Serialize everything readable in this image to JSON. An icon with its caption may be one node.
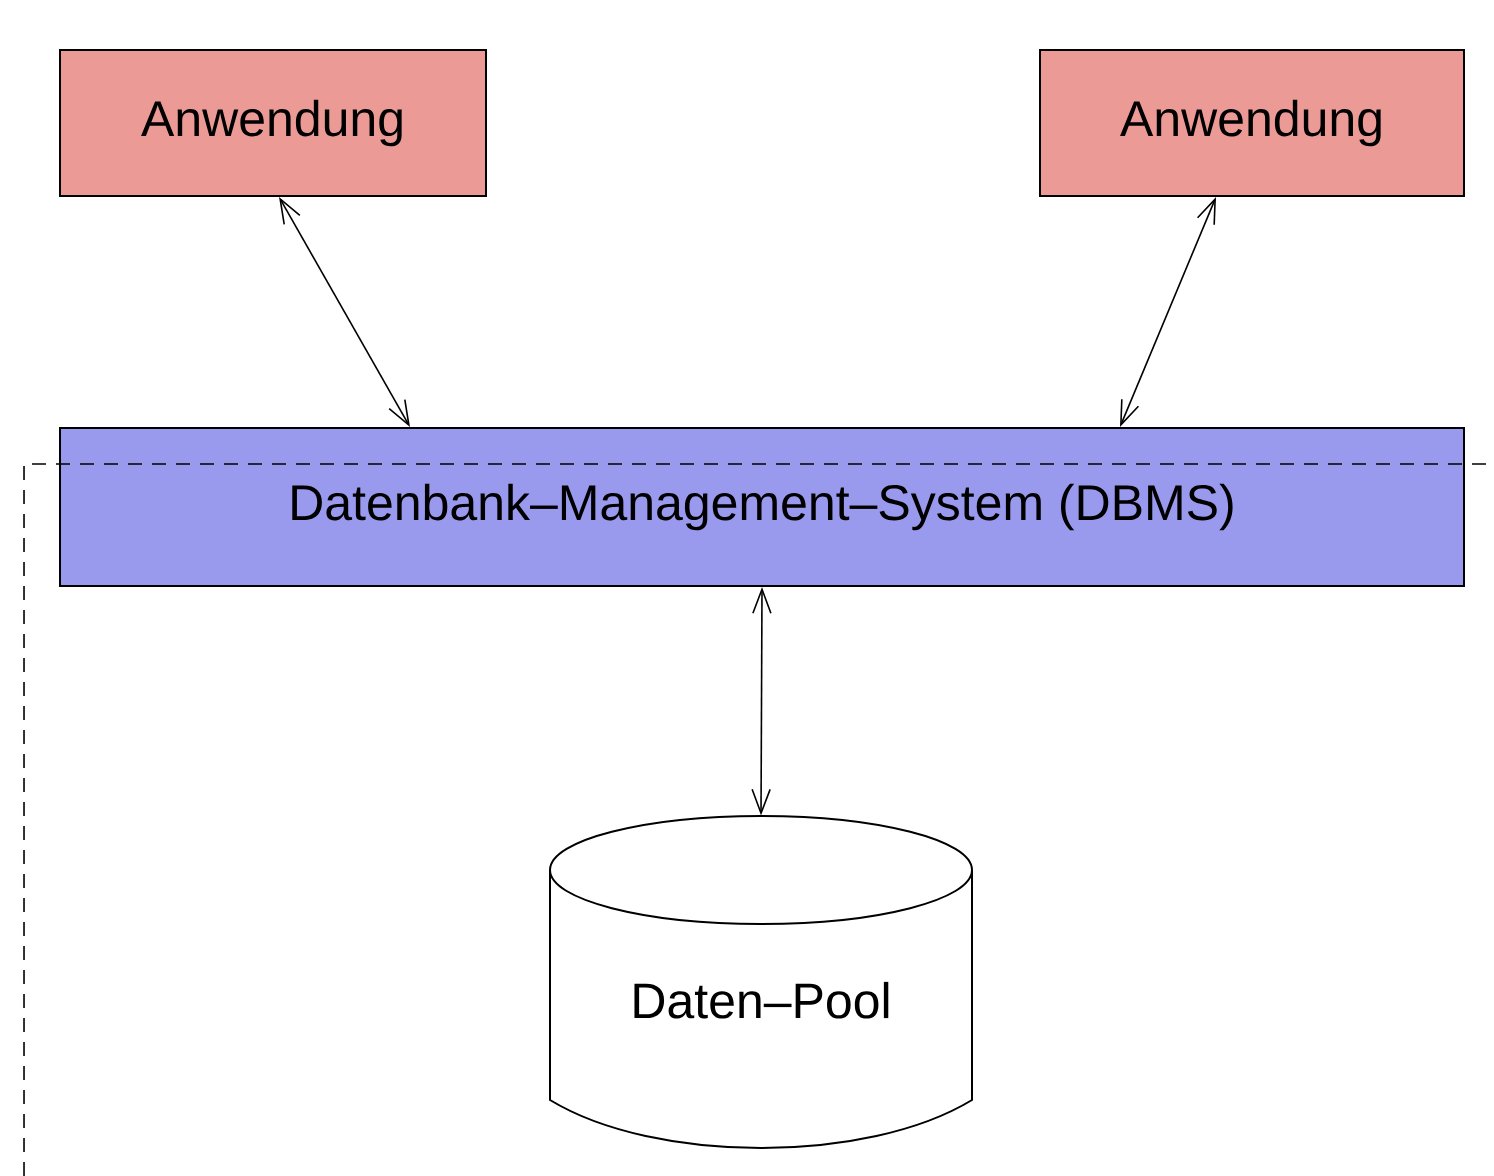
{
  "diagram": {
    "nodes": [
      {
        "text": [
          "Anwendung"
        ]
      },
      {
        "text": [
          "Anwendung"
        ]
      },
      {
        "text": [
          "Datenbank–Management–System (DBMS)"
        ]
      },
      {
        "text": [
          "Daten–Pool"
        ]
      }
    ],
    "edges": [
      {
        "from": 0,
        "to": 2,
        "arrow": "both"
      },
      {
        "from": 1,
        "to": 2,
        "arrow": "both"
      },
      {
        "from": 2,
        "to": 3,
        "arrow": "both"
      }
    ]
  }
}
